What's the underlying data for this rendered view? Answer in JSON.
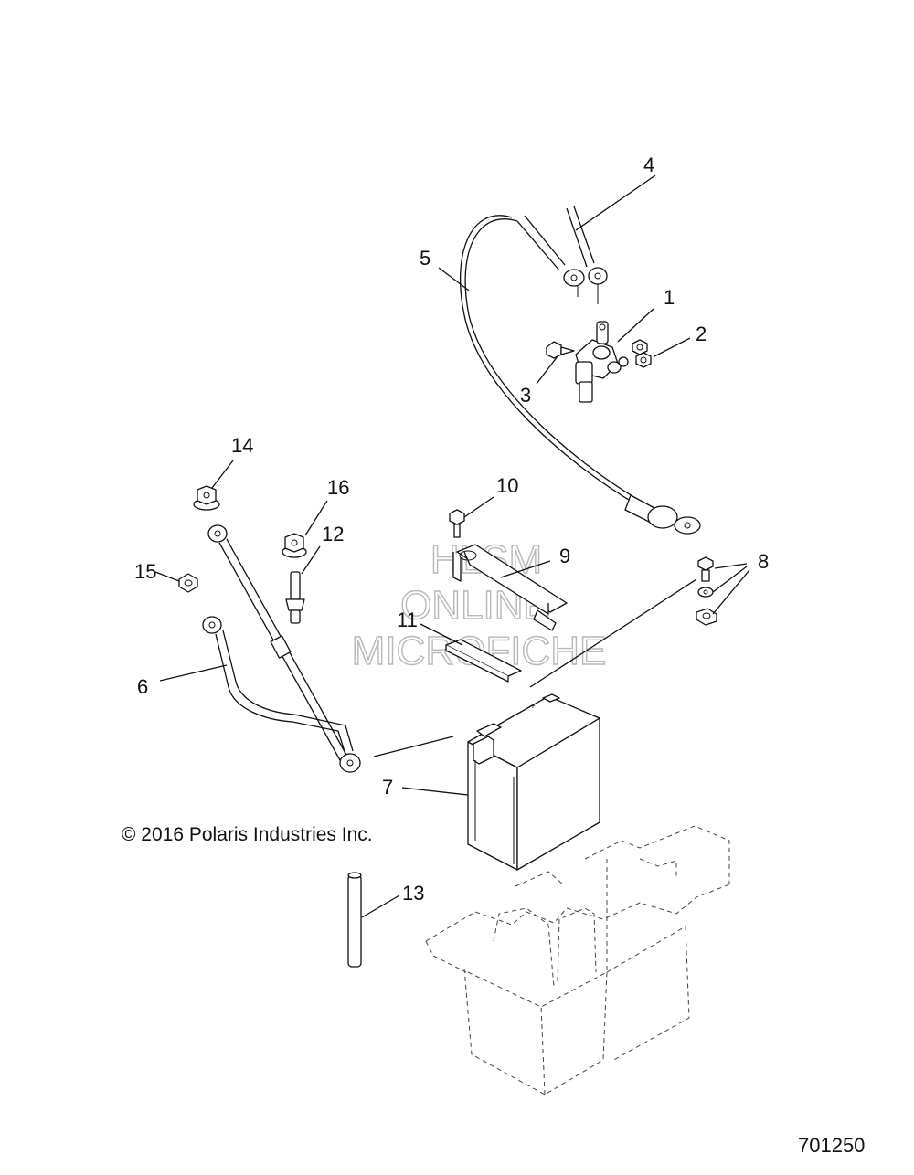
{
  "callouts": {
    "c1": "1",
    "c2": "2",
    "c3": "3",
    "c4": "4",
    "c5": "5",
    "c6": "6",
    "c7": "7",
    "c8": "8",
    "c9": "9",
    "c10": "10",
    "c11": "11",
    "c12": "12",
    "c13": "13",
    "c14": "14",
    "c15": "15",
    "c16": "16"
  },
  "watermark": {
    "line1": "HLSM",
    "line2": "ONLINE",
    "line3": "MICROFICHE"
  },
  "copyright": "© 2016 Polaris Industries Inc.",
  "drawing_number": "701250"
}
